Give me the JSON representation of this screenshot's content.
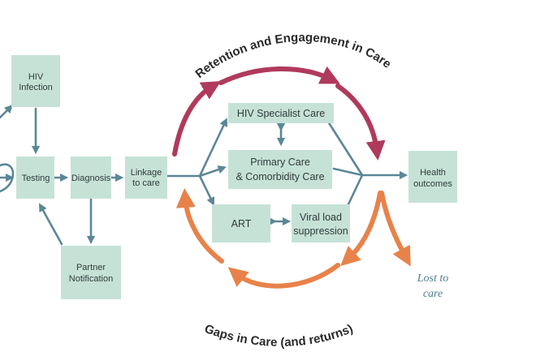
{
  "nodes": {
    "hiv_infection": [
      "HIV",
      "Infection"
    ],
    "testing": [
      "Testing"
    ],
    "diagnosis": [
      "Diagnosis"
    ],
    "linkage": [
      "Linkage",
      "to care"
    ],
    "partner_notification": [
      "Partner",
      "Notification"
    ],
    "hiv_specialist": [
      "HIV Specialist Care"
    ],
    "primary_care": [
      "Primary Care",
      "& Comorbidity Care"
    ],
    "art": [
      "ART"
    ],
    "viral_load": [
      "Viral load",
      "suppression"
    ],
    "health_outcomes": [
      "Health",
      "outcomes"
    ]
  },
  "labels": {
    "retention": "Retention and Engagement in Care",
    "gaps": "Gaps in Care (and returns)",
    "lost": [
      "Lost to",
      "care"
    ]
  },
  "colors": {
    "box_fill": "#c6e2d6",
    "flow_arrow": "#5b8796",
    "retention_arc": "#b03a5c",
    "gaps_arc": "#e8824a",
    "lost_text": "#4f7f90"
  }
}
